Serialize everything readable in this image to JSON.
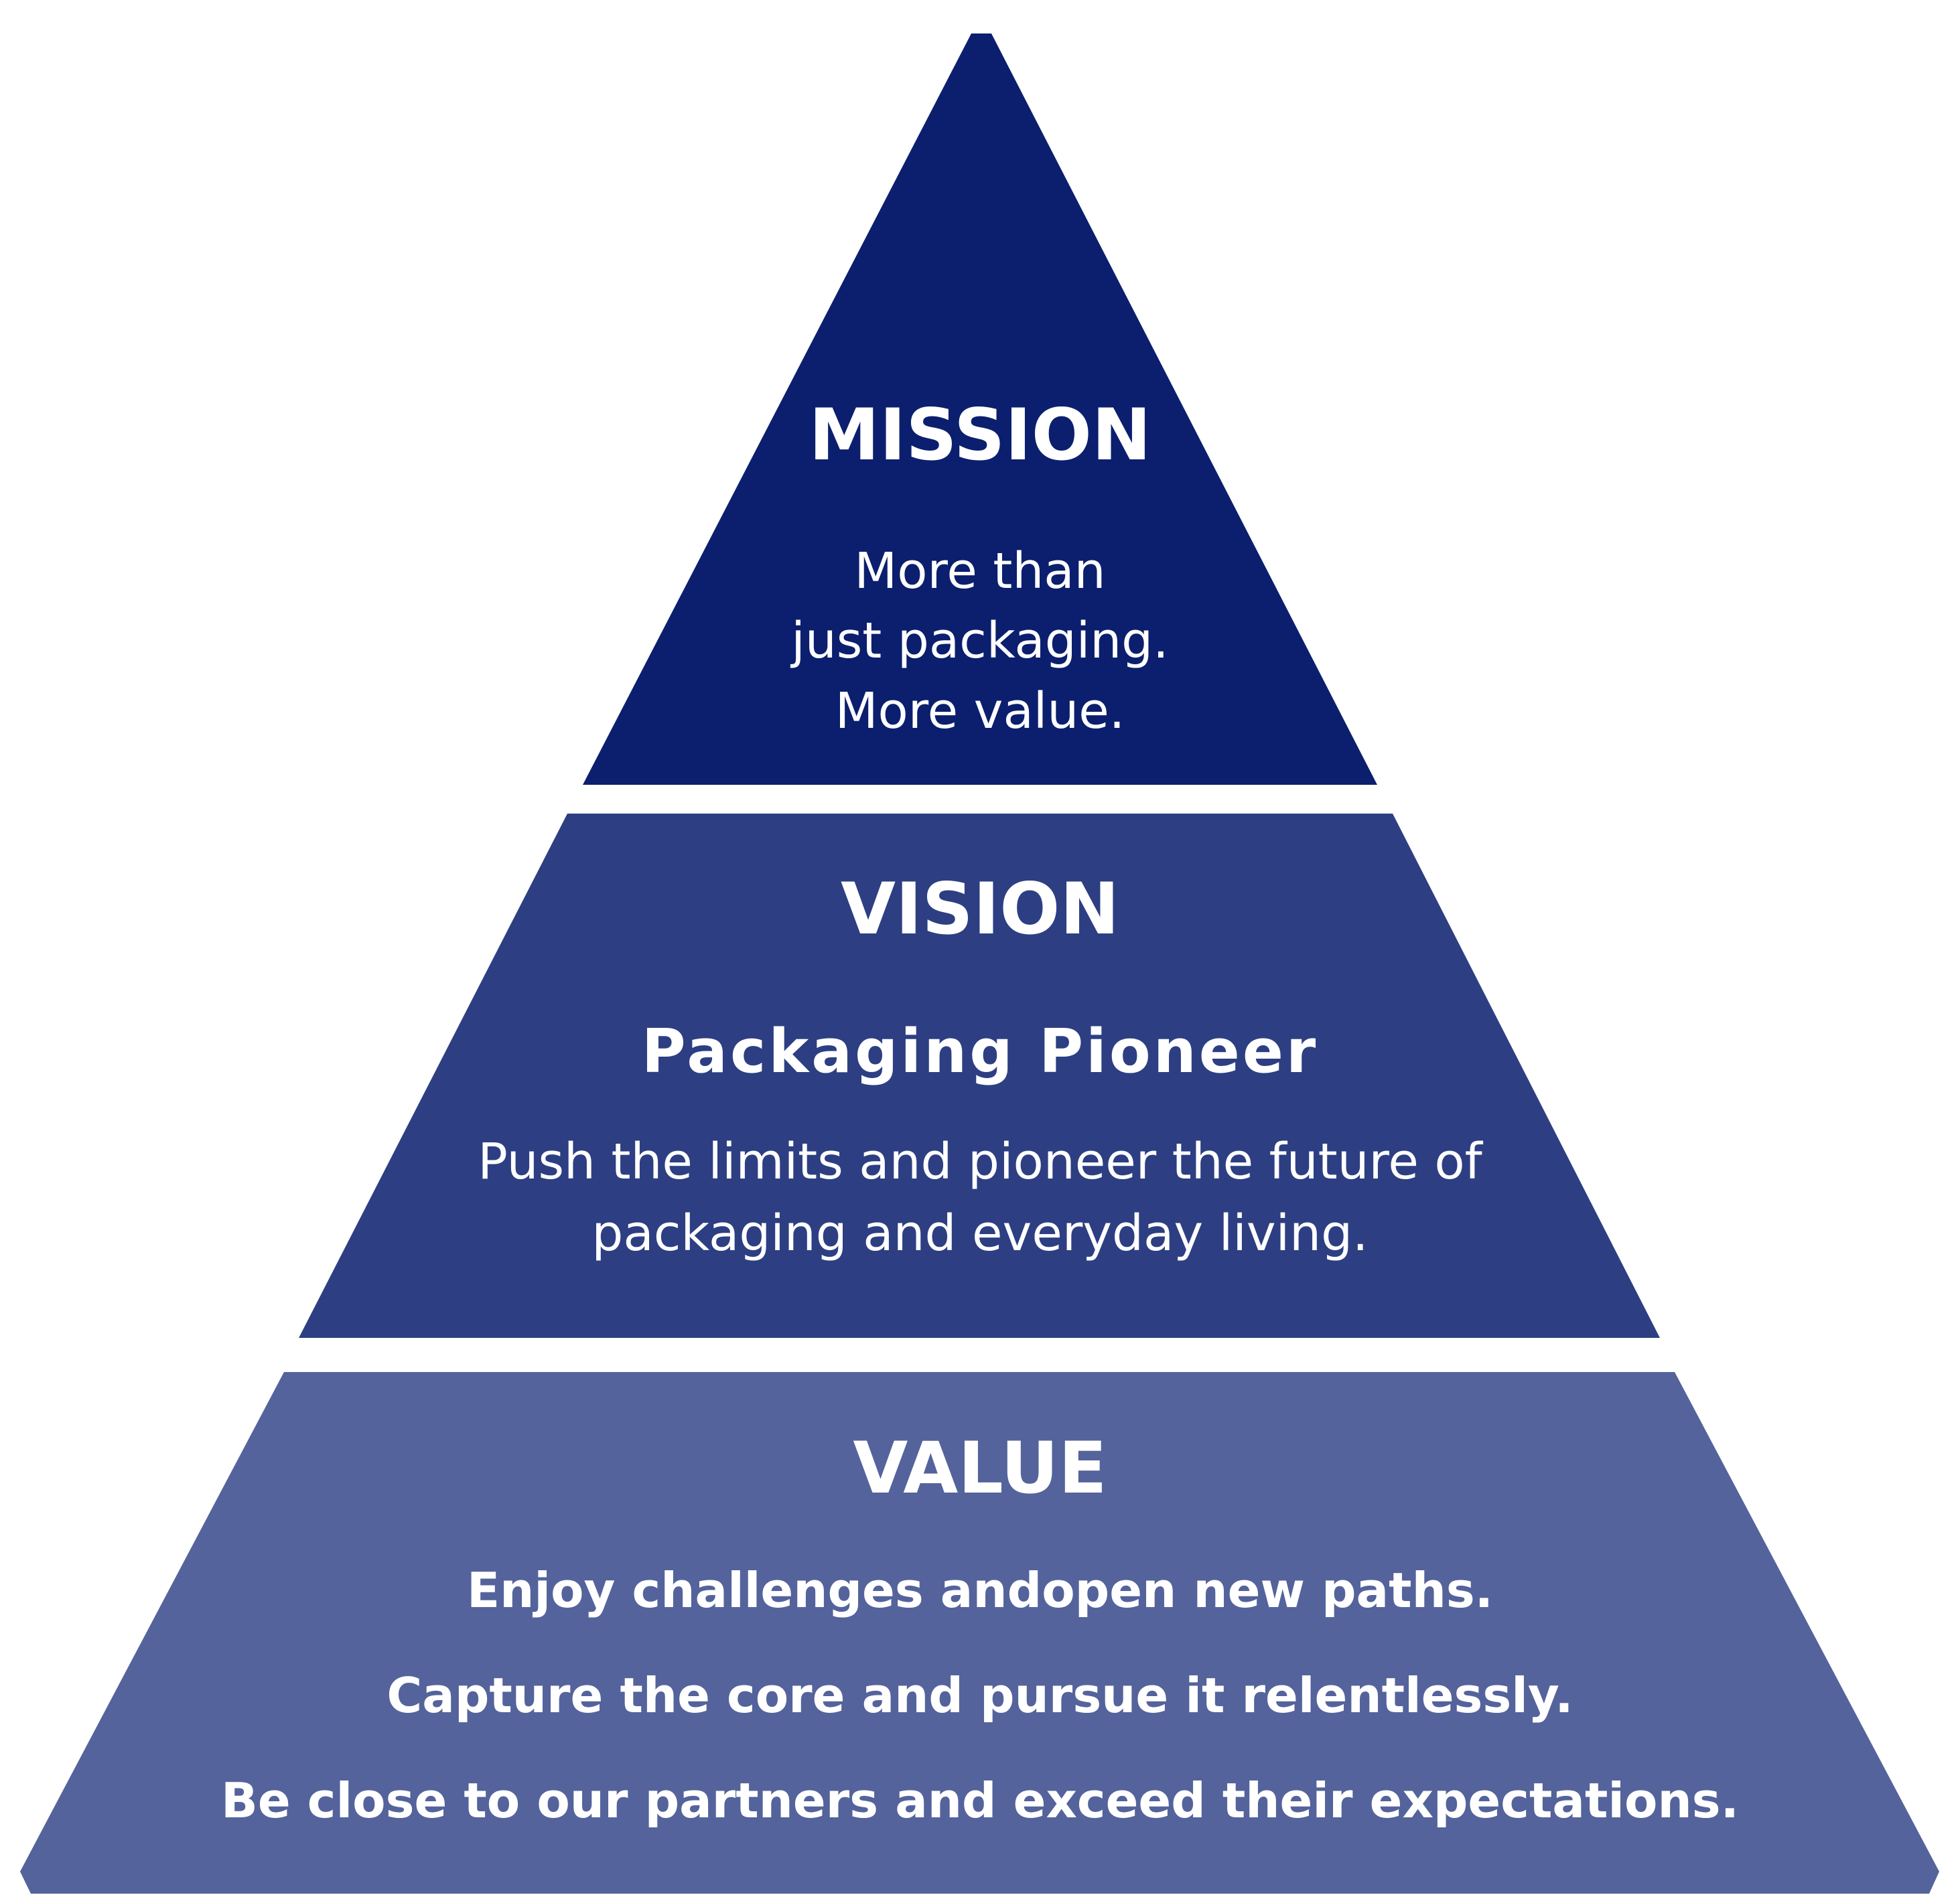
{
  "colors": {
    "mission": "#0b1f6e",
    "vision": "#2d3f82",
    "value": "#54639b"
  },
  "mission": {
    "title": "MISSION",
    "lines": [
      "More than",
      "just packaging.",
      "More value."
    ]
  },
  "vision": {
    "title": "VISION",
    "subtitle": "Packaging Pioneer",
    "lines": [
      "Push the limits and pioneer the future of",
      "packaging and everyday living."
    ]
  },
  "value": {
    "title": "VALUE",
    "lines": [
      "Enjoy challenges andopen new paths.",
      "Capture the core and pursue it relentlessly.",
      "Be close to our partners and exceed their expectations."
    ]
  }
}
